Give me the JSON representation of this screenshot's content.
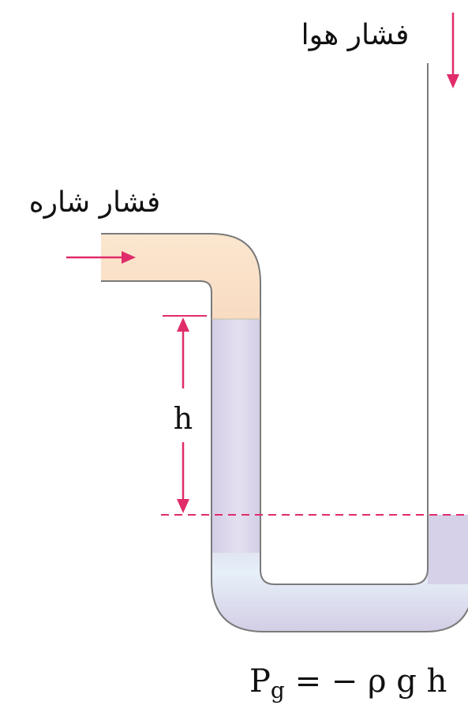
{
  "labels": {
    "air_pressure": "فشار هوا",
    "fluid_pressure": "فشار شاره",
    "height": "h",
    "formula_p": "P",
    "formula_sub": "g",
    "formula_rest": " = − ρ g h"
  },
  "colors": {
    "fluid": "#f9e1c9",
    "liquid": "#d9d4ea",
    "tube_outline": "#7a7a7a",
    "arrow": "#e02c6a",
    "text": "#111111"
  }
}
